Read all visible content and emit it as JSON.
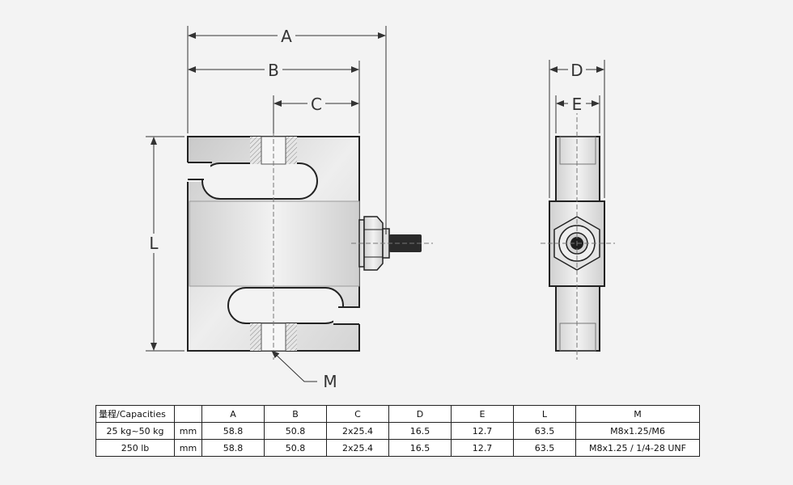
{
  "dimension_labels": {
    "A": "A",
    "B": "B",
    "C": "C",
    "D": "D",
    "E": "E",
    "L": "L",
    "M": "M"
  },
  "colors": {
    "body_fill": "#d9d9d9",
    "outline": "#222222",
    "cable": "#2a2a2a",
    "background": "#f3f3f3"
  },
  "table": {
    "headers": [
      "量程/Capacities",
      "",
      "A",
      "B",
      "C",
      "D",
      "E",
      "L",
      "M"
    ],
    "rows": [
      [
        "25 kg~50 kg",
        "mm",
        "58.8",
        "50.8",
        "2x25.4",
        "16.5",
        "12.7",
        "63.5",
        "M8x1.25/M6"
      ],
      [
        "250 lb",
        "mm",
        "58.8",
        "50.8",
        "2x25.4",
        "16.5",
        "12.7",
        "63.5",
        "M8x1.25 / 1/4-28 UNF"
      ]
    ]
  }
}
